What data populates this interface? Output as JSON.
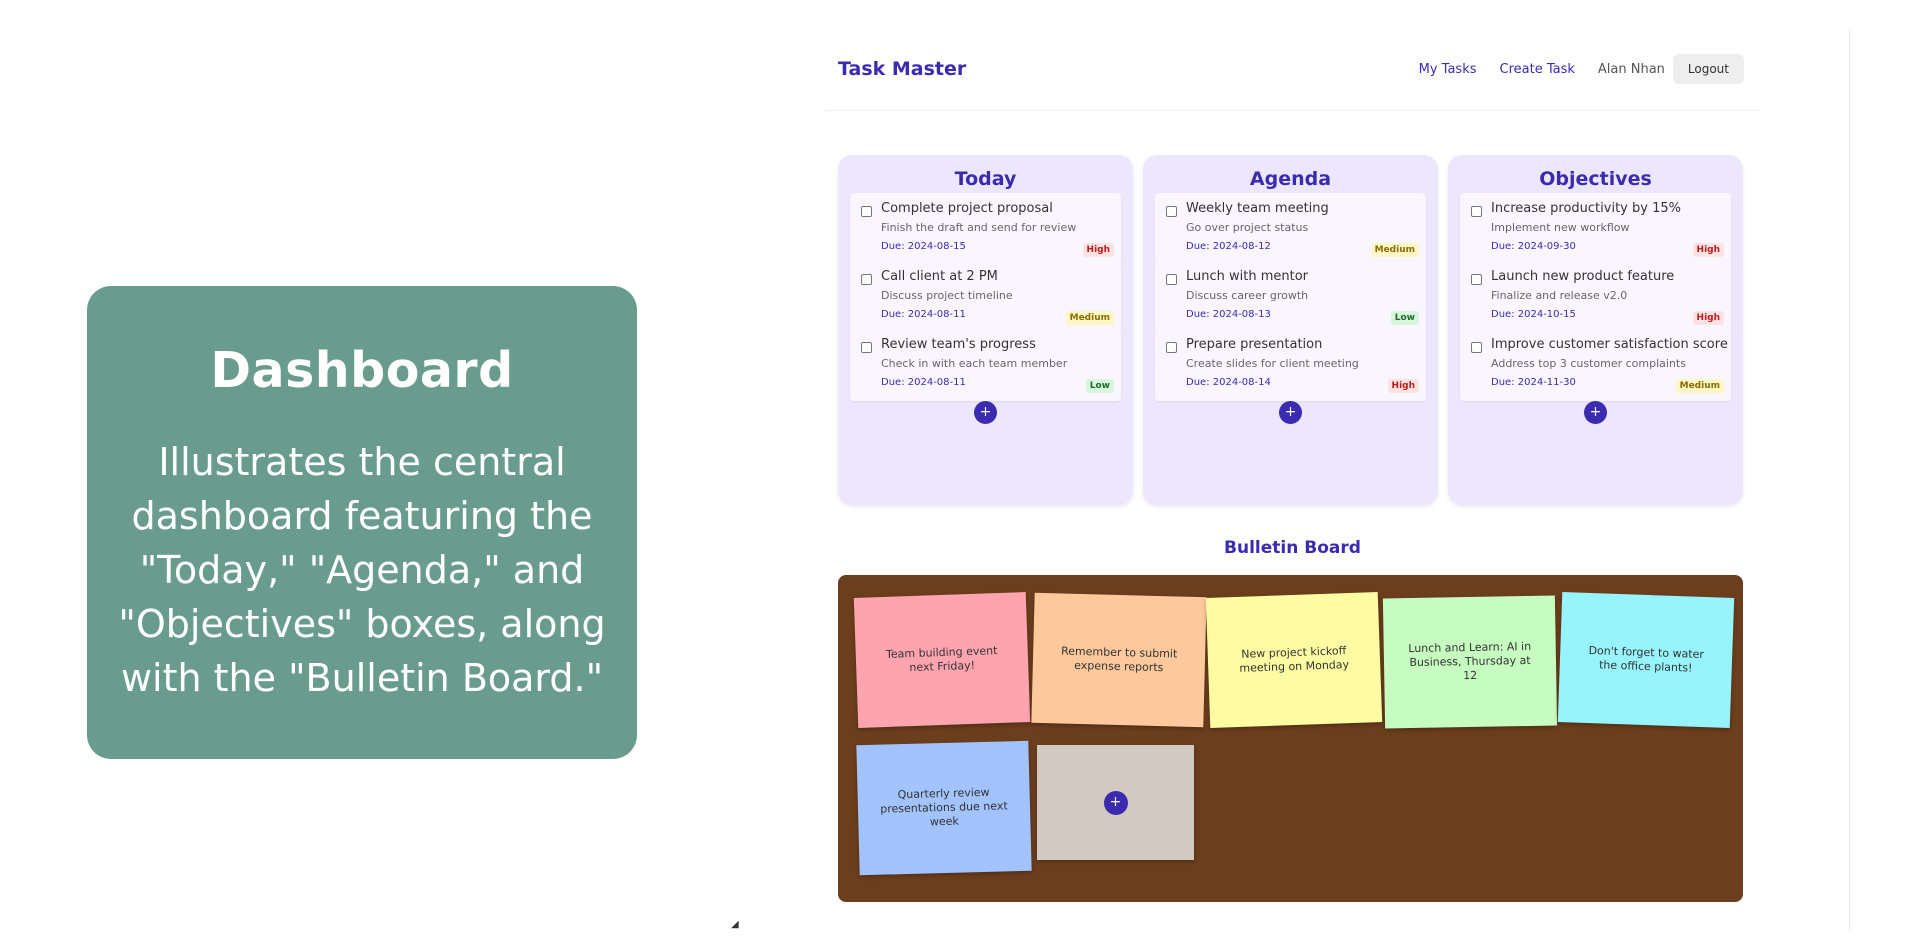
{
  "caption": {
    "title": "Dashboard",
    "text": "Illustrates the central dashboard featuring the \"Today,\" \"Agenda,\" and \"Objectives\" boxes, along with the \"Bulletin Board.\""
  },
  "header": {
    "brand": "Task Master",
    "nav_my_tasks": "My Tasks",
    "nav_create_task": "Create Task",
    "user_name": "Alan Nhan",
    "logout_label": "Logout"
  },
  "boxes": [
    {
      "title": "Today",
      "add_label": "+",
      "tasks": [
        {
          "title": "Complete project proposal",
          "desc": "Finish the draft and send for review",
          "due": "Due: 2024-08-15",
          "priority": "High"
        },
        {
          "title": "Call client at 2 PM",
          "desc": "Discuss project timeline",
          "due": "Due: 2024-08-11",
          "priority": "Medium"
        },
        {
          "title": "Review team's progress",
          "desc": "Check in with each team member",
          "due": "Due: 2024-08-11",
          "priority": "Low"
        }
      ]
    },
    {
      "title": "Agenda",
      "add_label": "+",
      "tasks": [
        {
          "title": "Weekly team meeting",
          "desc": "Go over project status",
          "due": "Due: 2024-08-12",
          "priority": "Medium"
        },
        {
          "title": "Lunch with mentor",
          "desc": "Discuss career growth",
          "due": "Due: 2024-08-13",
          "priority": "Low"
        },
        {
          "title": "Prepare presentation",
          "desc": "Create slides for client meeting",
          "due": "Due: 2024-08-14",
          "priority": "High"
        }
      ]
    },
    {
      "title": "Objectives",
      "add_label": "+",
      "tasks": [
        {
          "title": "Increase productivity by 15%",
          "desc": "Implement new workflow",
          "due": "Due: 2024-09-30",
          "priority": "High"
        },
        {
          "title": "Launch new product feature",
          "desc": "Finalize and release v2.0",
          "due": "Due: 2024-10-15",
          "priority": "High"
        },
        {
          "title": "Improve customer satisfaction score",
          "desc": "Address top 3 customer complaints",
          "due": "Due: 2024-11-30",
          "priority": "Medium"
        }
      ]
    }
  ],
  "bulletin": {
    "title": "Bulletin Board",
    "notes": [
      {
        "text": "Team building event next Friday!",
        "color": "#fda4af"
      },
      {
        "text": "Remember to submit expense reports",
        "color": "#fdc99c"
      },
      {
        "text": "New project kickoff meeting on Monday",
        "color": "#fefca2"
      },
      {
        "text": "Lunch and Learn: AI in Business, Thursday at 12",
        "color": "#c6fcc0"
      },
      {
        "text": "Don't forget to water the office plants!",
        "color": "#97f4fc"
      },
      {
        "text": "Quarterly review presentations due next week",
        "color": "#a2c3fd"
      }
    ],
    "add_label": "+"
  },
  "colors": {
    "accent": "#3a2bb0",
    "caption_bg": "#6a9c8e",
    "box_bg": "#ede7fe",
    "board_bg": "#6b3e1d"
  }
}
